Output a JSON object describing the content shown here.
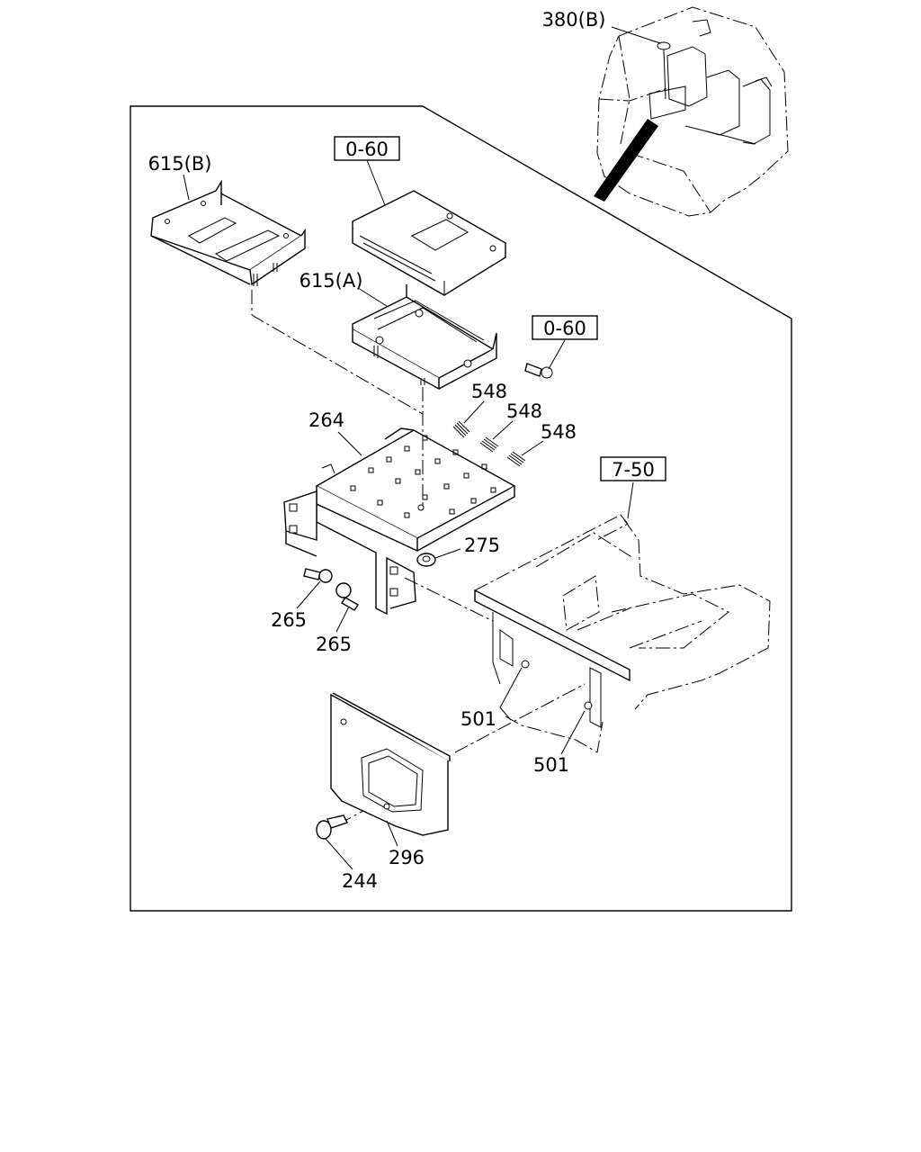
{
  "callouts": {
    "c380b": "380(B)",
    "c615b": "615(B)",
    "c615a": "615(A)",
    "c264": "264",
    "c548a": "548",
    "c548b": "548",
    "c548c": "548",
    "c275": "275",
    "c265a": "265",
    "c265b": "265",
    "c501a": "501",
    "c501b": "501",
    "c296": "296",
    "c244": "244"
  },
  "refs": {
    "r060a": "0-60",
    "r060b": "0-60",
    "r750": "7-50"
  }
}
